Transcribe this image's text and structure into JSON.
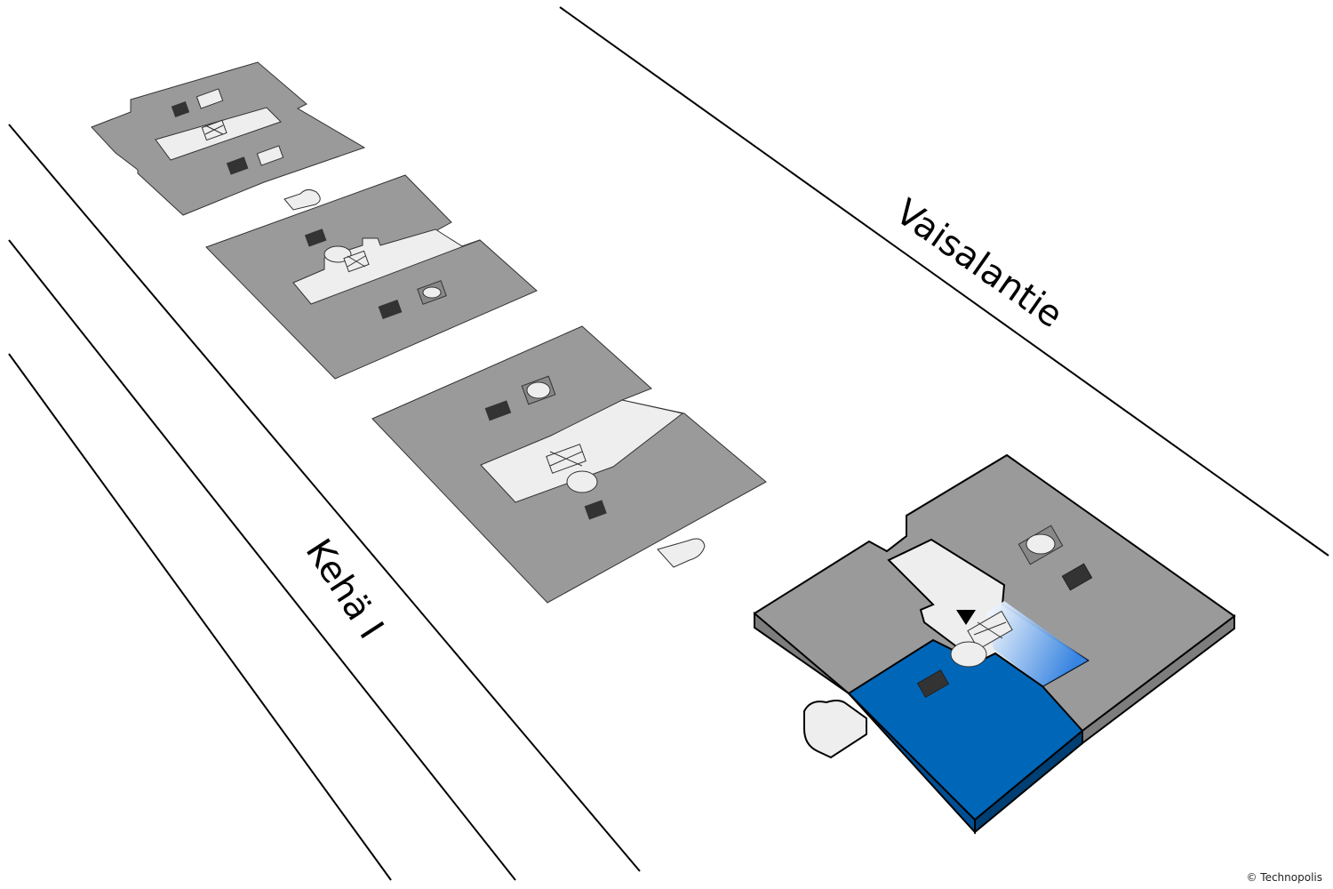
{
  "roads": {
    "vaisalantie": "Vaisalantie",
    "keha": "Kehä I"
  },
  "copyright": "© Technopolis",
  "colors": {
    "floor": "#9a9a9a",
    "corridor": "#eeeeee",
    "highlight": "#0066b8",
    "highlight_side": "#003f74",
    "stair": "#333333"
  },
  "icons": {
    "location_marker": "triangle-marker-icon",
    "elevator": "elevator-icon",
    "staircase": "staircase-icon",
    "toilet": "toilet-icon"
  }
}
